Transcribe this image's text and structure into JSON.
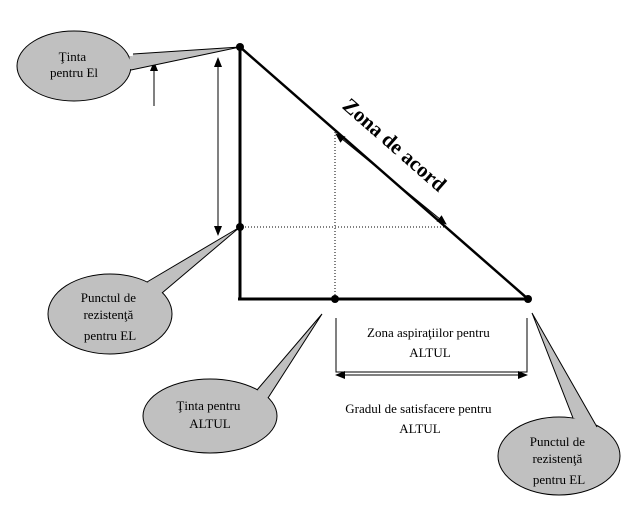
{
  "colors": {
    "bubble_fill": "#c0c0c0",
    "stroke": "#000000",
    "background": "#ffffff"
  },
  "callouts": {
    "tinta_el": {
      "lines": [
        "Ţinta",
        "pentru El"
      ]
    },
    "rezistenta_el": {
      "lines": [
        "Punctul de",
        "rezistenţă",
        "pentru EL"
      ]
    },
    "tinta_altul": {
      "lines": [
        "Ţinta pentru",
        "ALTUL"
      ]
    },
    "rezistenta_altul": {
      "lines": [
        "Punctul de",
        "rezistenţă",
        "pentru EL"
      ]
    }
  },
  "labels": {
    "zona_acord": "Zona de acord",
    "zona_aspiratiilor": [
      "Zona aspiraţiilor pentru",
      "ALTUL"
    ],
    "gradul_satisfacere": [
      "Gradul de satisfacere pentru",
      "ALTUL"
    ]
  }
}
